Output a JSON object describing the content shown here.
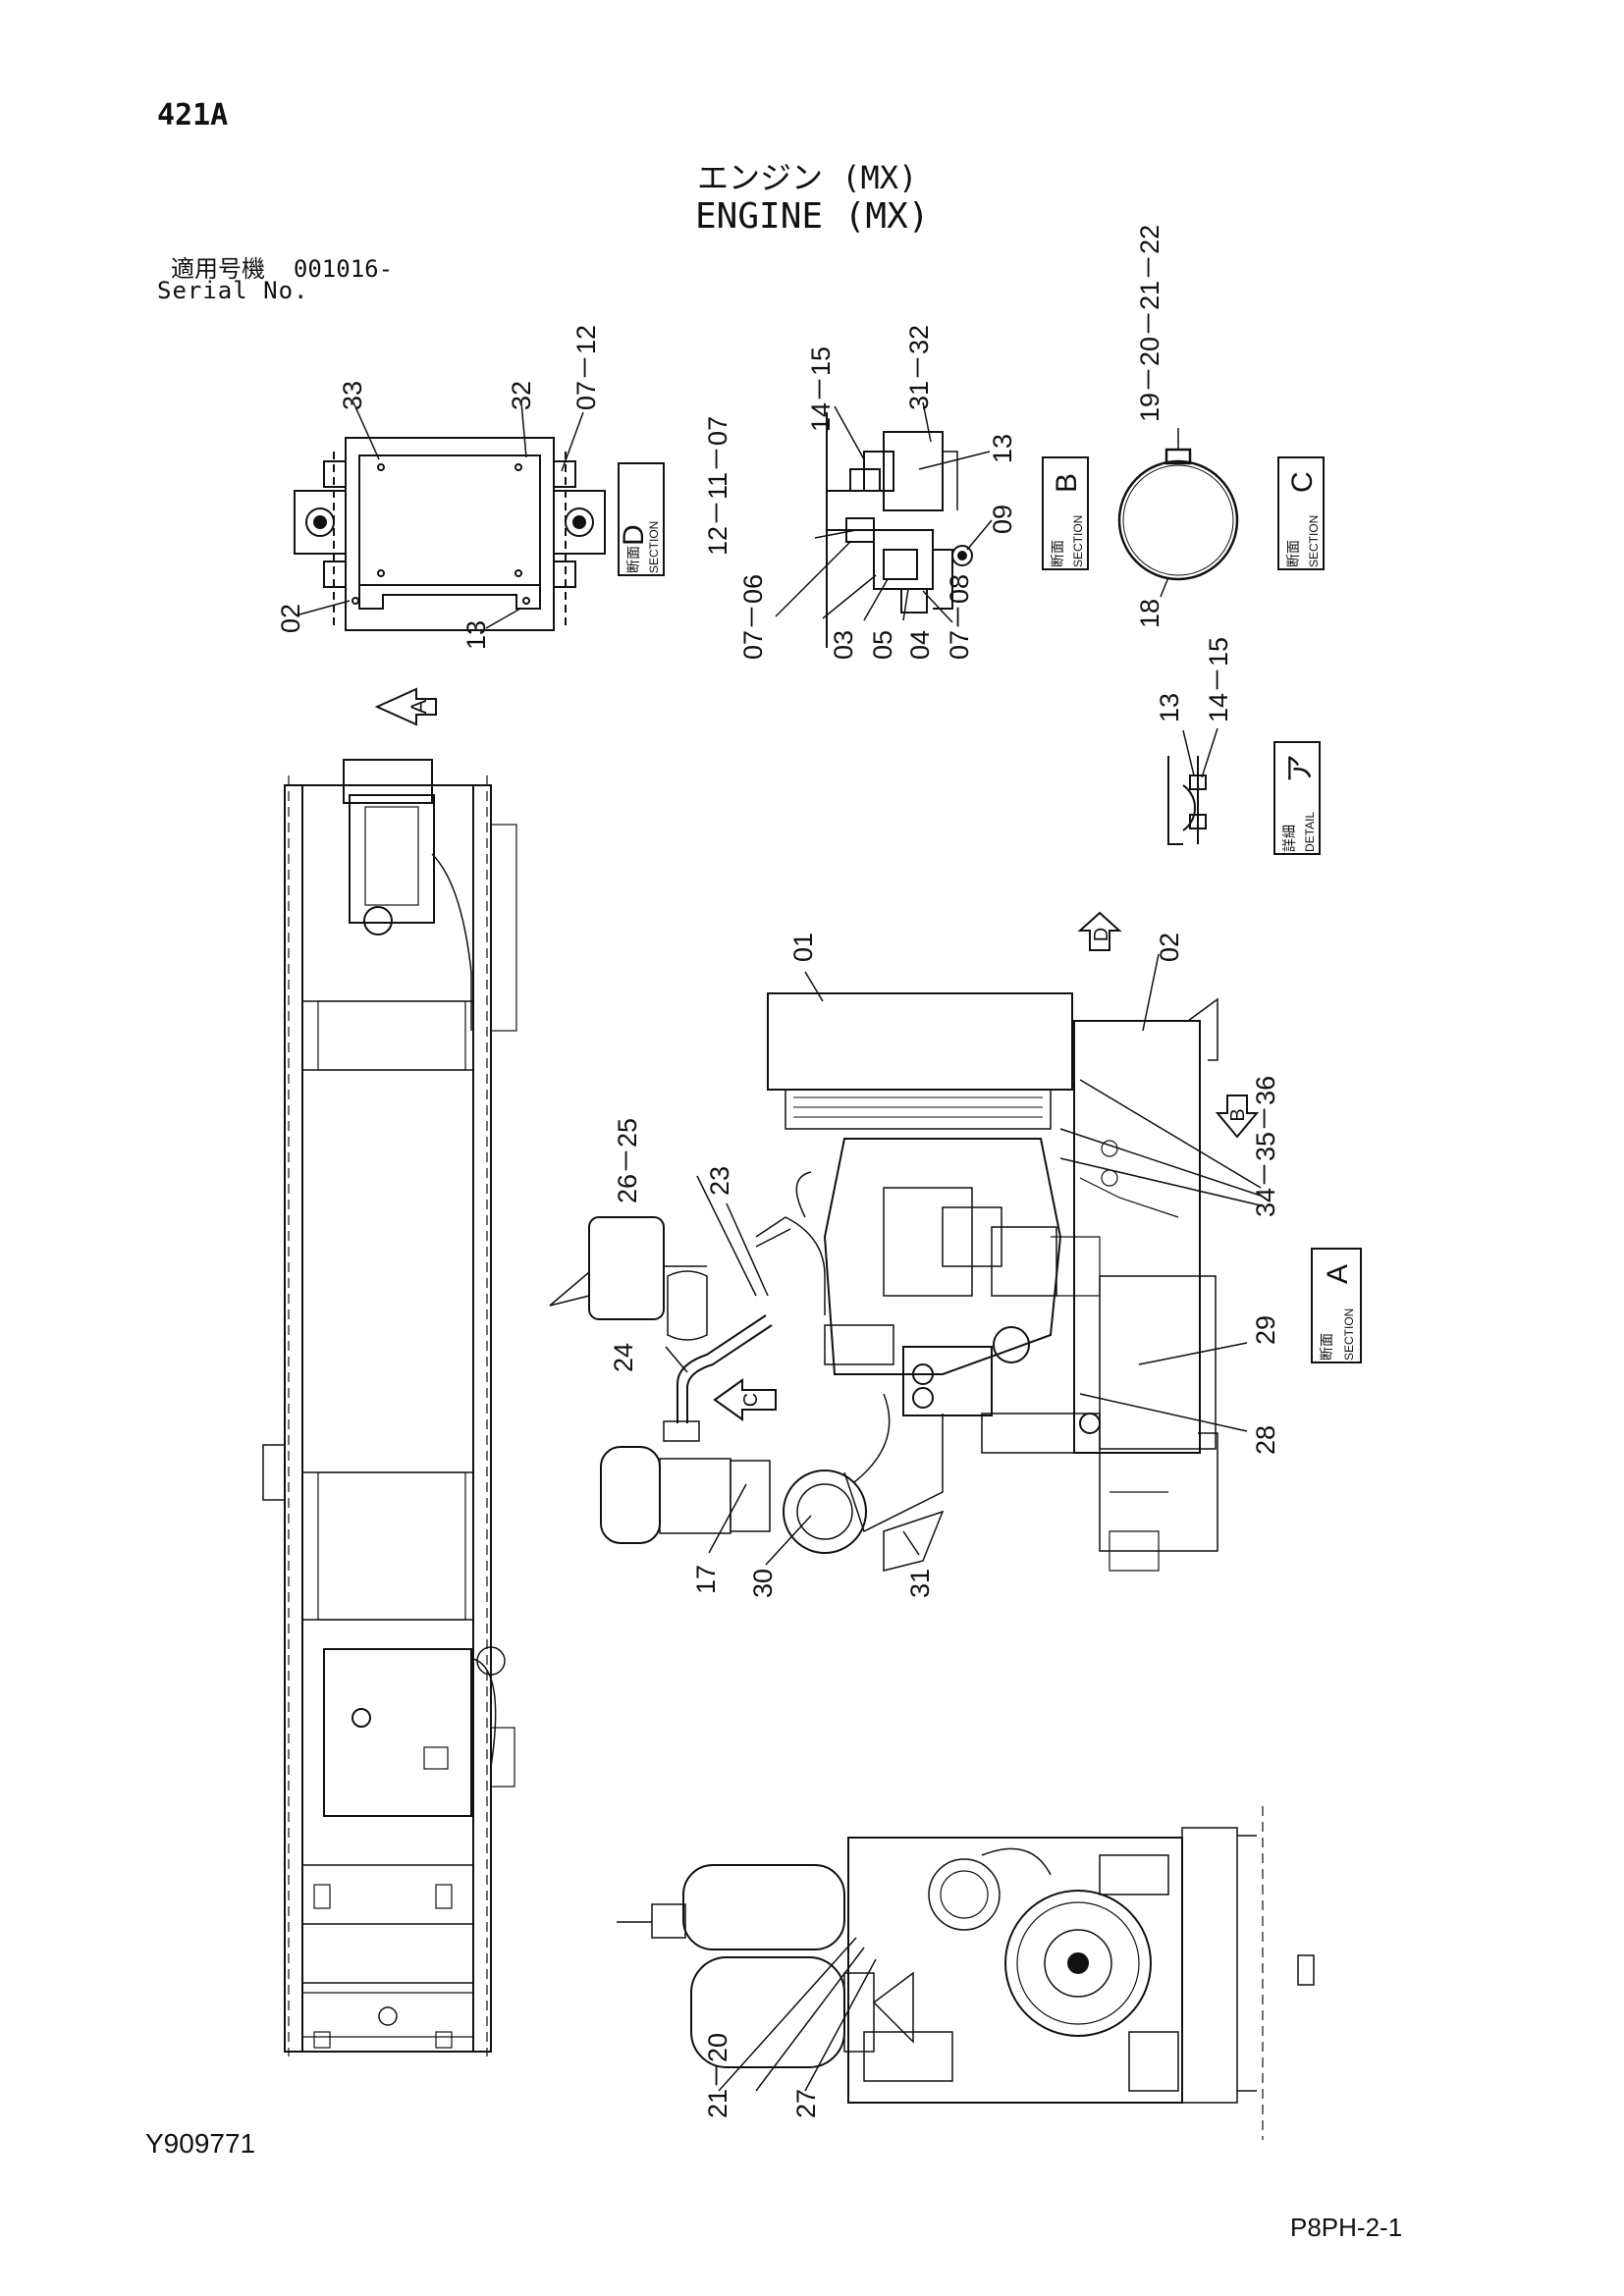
{
  "header": {
    "page_code": "421A",
    "title_jp": "エンジン (MX)",
    "title_en": "ENGINE (MX)",
    "serial_label_jp": "適用号機",
    "serial_value": "001016-",
    "serial_label_en": "Serial No."
  },
  "footer": {
    "doc_id": "Y909771",
    "page_id": "P8PH-2-1"
  },
  "views": {
    "section_d": {
      "word_jp": "断面",
      "word_en": "SECTION",
      "letter": "D"
    },
    "section_b": {
      "word_jp": "断面",
      "word_en": "SECTION",
      "letter": "B"
    },
    "section_c": {
      "word_jp": "断面",
      "word_en": "SECTION",
      "letter": "C"
    },
    "section_a": {
      "word_jp": "断面",
      "word_en": "SECTION",
      "letter": "A"
    },
    "detail": {
      "word_jp": "詳細",
      "word_en": "DETAIL",
      "letter": "ア"
    },
    "arrow_a": "A",
    "arrow_d": "D",
    "arrow_b": "B",
    "arrow_c": "C"
  },
  "callouts": {
    "d_33": "33",
    "d_32": "32",
    "d_07_12": "07－12",
    "d_02": "02",
    "d_13": "13",
    "b_14_15": "14－15",
    "b_31_32": "31－32",
    "b_13": "13",
    "b_12_11_07": "12－11－07",
    "b_09": "09",
    "b_07_06": "07－06",
    "b_03": "03",
    "b_05": "05",
    "b_04": "04",
    "b_07_08": "07－08",
    "c_19_22": "19－20－21－22",
    "c_18": "18",
    "det_13": "13",
    "det_14_15": "14－15",
    "m_01": "01",
    "m_02": "02",
    "m_26_25": "26－25",
    "m_23": "23",
    "m_34_36": "34－35－36",
    "m_24": "24",
    "m_29": "29",
    "m_28": "28",
    "m_17": "17",
    "m_30": "30",
    "m_31": "31",
    "r_21_20": "21－20",
    "r_27": "27"
  }
}
